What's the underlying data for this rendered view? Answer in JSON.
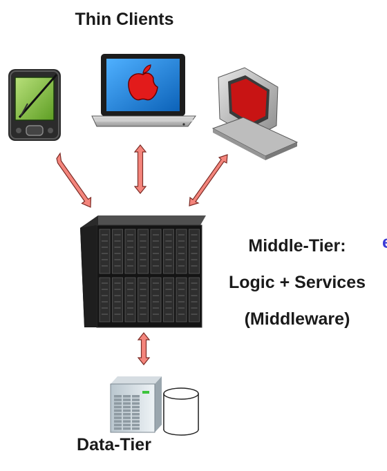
{
  "labels": {
    "thin_clients": "Thin Clients",
    "middle_tier_line1": "Middle-Tier:",
    "middle_tier_line2": "Logic + Services",
    "middle_tier_line3": "(Middleware)",
    "data_tier": "Data-Tier",
    "edge_fragment": "e"
  },
  "colors": {
    "arrow_fill": "#f4857c",
    "arrow_stroke": "#7a2a24",
    "pda_screen": "#86c43f",
    "laptop_screen": "#1e8fe0",
    "apple_logo": "#e21b1b",
    "pc_screen": "#c81414",
    "edge_text": "#3b3bd6"
  },
  "icons": [
    "pda-icon",
    "laptop-icon",
    "desktop-pc-icon",
    "blade-server-icon",
    "database-server-icon"
  ]
}
